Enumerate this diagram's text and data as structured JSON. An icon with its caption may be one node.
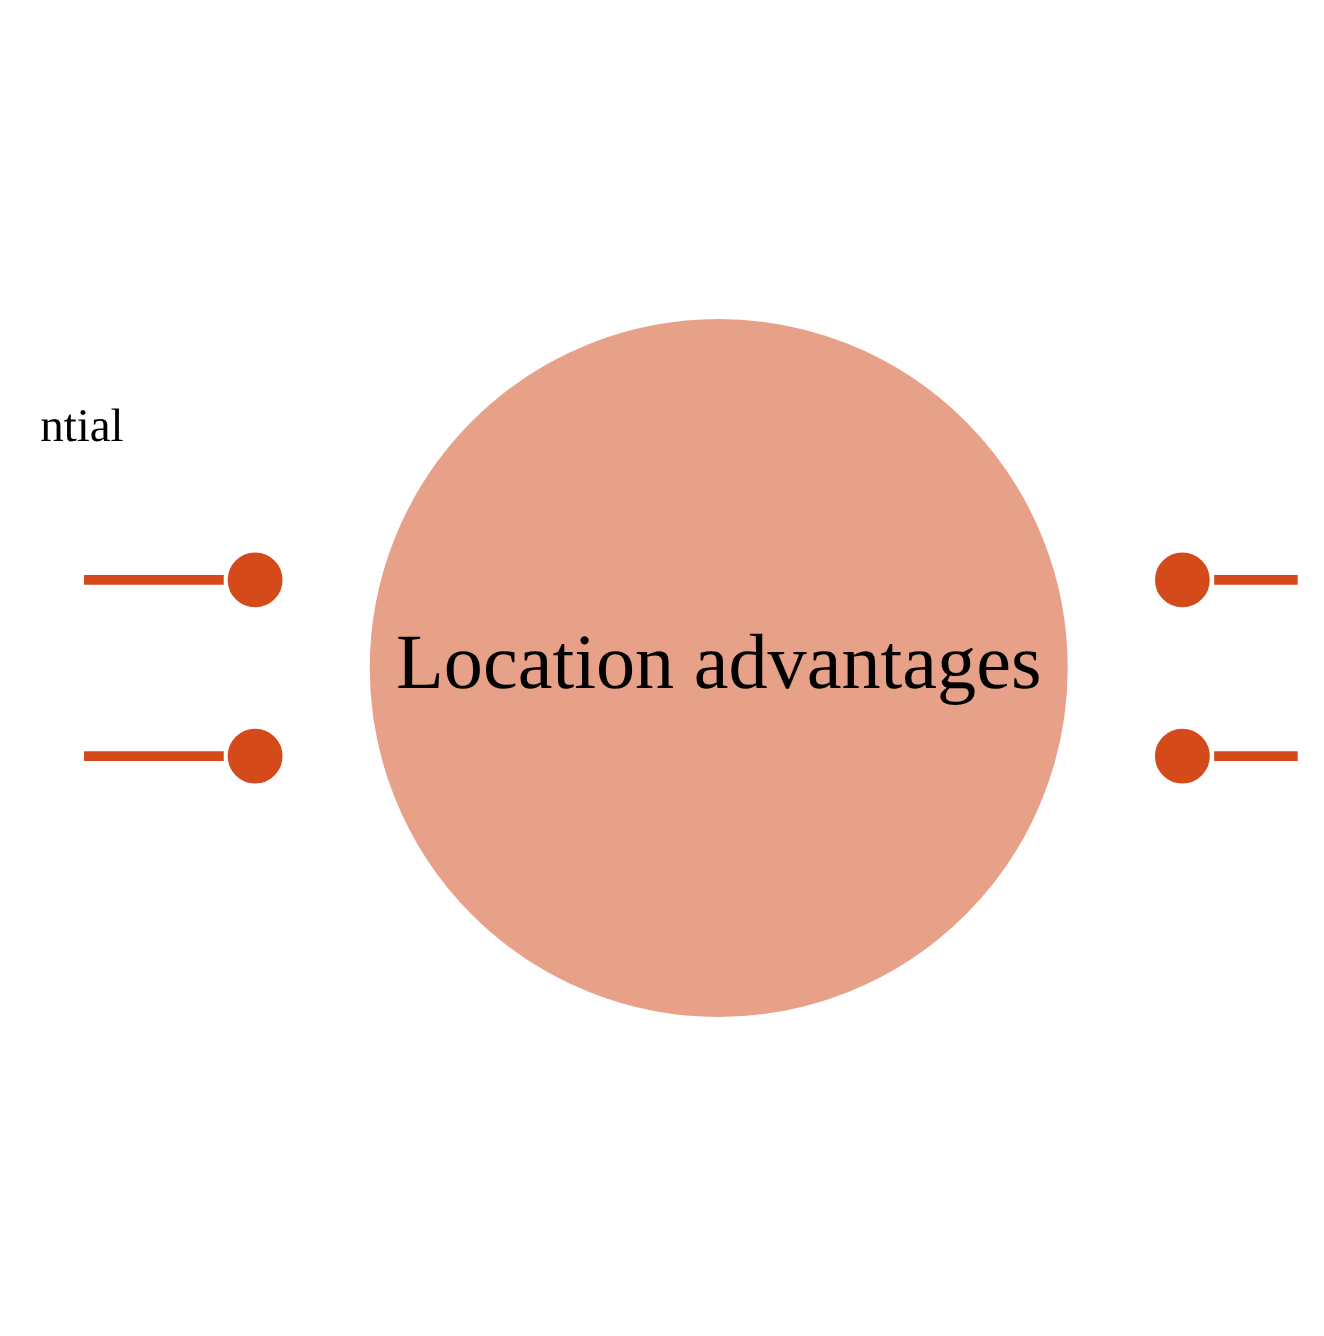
{
  "diagram": {
    "nodes": [
      {
        "text": [
          "Location advantages"
        ]
      },
      {
        "text": [],
        "shape": "circle"
      },
      {
        "text": [],
        "shape": "circle"
      },
      {
        "text": [],
        "shape": "circle"
      },
      {
        "text": [],
        "shape": "circle"
      }
    ],
    "edges": [
      {
        "from": null,
        "to": 1,
        "arrow": "none"
      },
      {
        "from": null,
        "to": 2,
        "arrow": "none"
      },
      {
        "from": null,
        "to": 3,
        "arrow": "none"
      },
      {
        "from": null,
        "to": 4,
        "arrow": "none"
      }
    ],
    "labels": [
      "ntial"
    ]
  }
}
